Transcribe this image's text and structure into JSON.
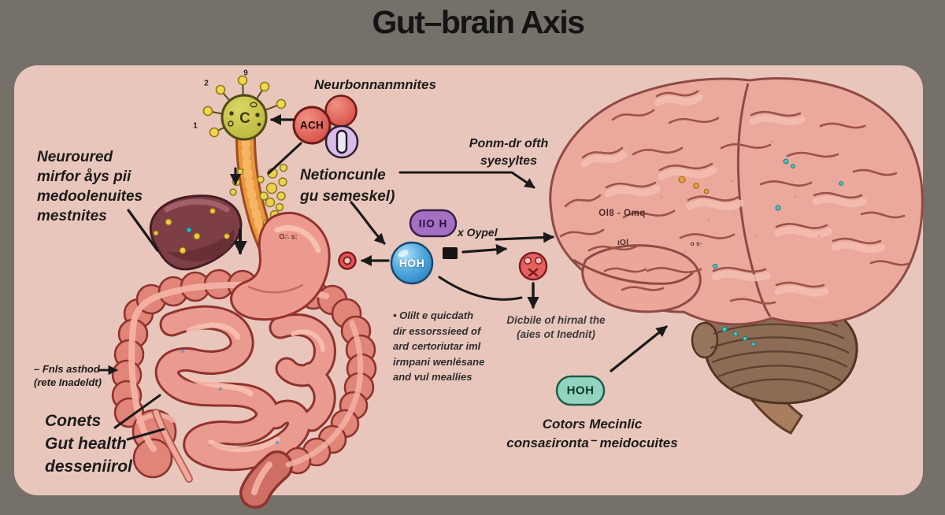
{
  "title": "Gut–brain Axis",
  "palette": {
    "frame": "#757068",
    "panel": "#e9c6bb",
    "brain_pink": "#eba99e",
    "cerebellum_brown": "#8d6b54",
    "intestine_red": "#e08578",
    "liver_maroon": "#7e3e46",
    "esophagus_orange": "#ea963f",
    "vesicle_yellow": "#ecd052",
    "ach_red": "#d94740",
    "iioh_purple": "#a56fc2",
    "hoh_blue": "#4fa8dc",
    "hoh_teal": "#92d4bf",
    "arrow_black": "#1a1a1a"
  },
  "labels": {
    "neuro_title": "Neurbonnanmnites",
    "left_note": "Neuroured\nmirfor åys pii\nmedoolenuites\nmestnites",
    "netioncunle": "Netioncunle\ngu semeskel)",
    "ponm": "Ponm-dr ofth\nsyesyltes",
    "x_oypel": "x Oypel",
    "dicbile": "Dicbile of hirnal the\n(aies ot Inednit)",
    "bullet_note": "• Olilt e quicdath\ndir essorssieed of\nard certoriutar iml\nirmpani wenlésane\nand vul meallies",
    "fns_note": "– Fnls asthod\n(rete Inadeldt)",
    "conets_note": "Conets\nGut health\ndesseniirol",
    "cotors_note": "Cotors Mecinlic\nconsaɛironta⁻ meidocuites"
  },
  "nodes": {
    "ach": "ACH",
    "iioh": "IIO H",
    "hoh_ball": "HOH",
    "hoh_pill": "HOH",
    "cell_letter": "C",
    "cell_numbers": [
      "2",
      "9",
      "1"
    ]
  },
  "annotations": {
    "stomach_text": "O∴ s:",
    "brain_text_1": "Ol8 - Omq",
    "brain_text_2": "ıOl",
    "brain_text_3": "o s·"
  }
}
